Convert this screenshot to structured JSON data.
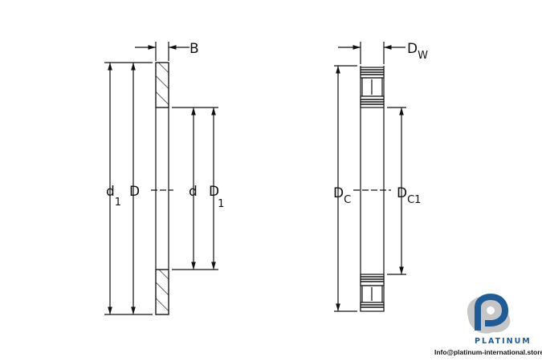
{
  "left_drawing": {
    "labels": {
      "B": "B",
      "d1_main": "d",
      "d1_sub": "1",
      "D": "D",
      "d": "d",
      "D1_main": "D",
      "D1_sub": "1"
    }
  },
  "right_drawing": {
    "labels": {
      "Dw_main": "D",
      "Dw_sub": "W",
      "Dc_main": "D",
      "Dc_sub": "C",
      "Dc1_main": "D",
      "Dc1_sub": "C1"
    }
  },
  "logo": {
    "name": "PLATINUM",
    "email": "Info@platinum-international.store",
    "brand_color": "#1d5c96",
    "accent_color": "#b8b8b8"
  }
}
